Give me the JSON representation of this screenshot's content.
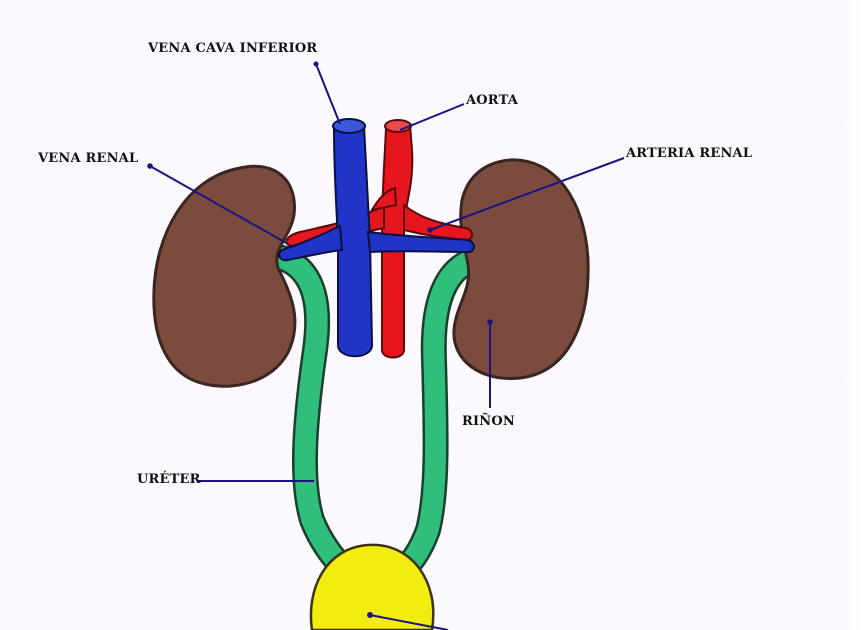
{
  "labels": {
    "vena_cava_inferior": "VENA CAVA INFERIOR",
    "aorta": "AORTA",
    "vena_renal": "VENA RENAL",
    "arteria_renal": "ARTERIA RENAL",
    "rinon": "RIÑON",
    "ureter": "URÉTER"
  },
  "colors": {
    "kidney": "#7b4b3e",
    "kidney_outline": "#3a2520",
    "vein": "#2034c8",
    "artery": "#e5161e",
    "ureter": "#2fbf7a",
    "bladder": "#f2ec10",
    "leader_line": "#1c1480",
    "paper": "#fbf9fd"
  }
}
